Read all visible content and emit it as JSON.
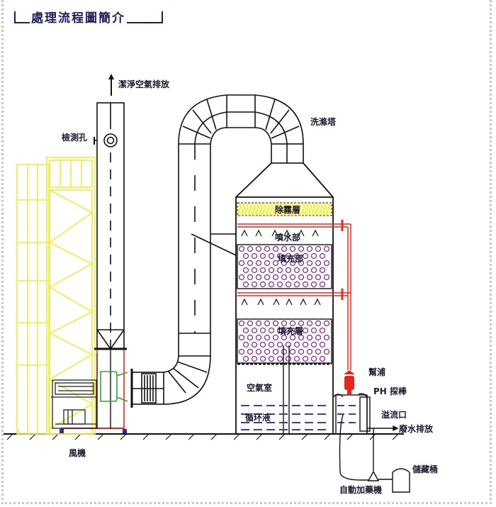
{
  "title": "處理流程圖簡介",
  "labels": {
    "clean_air_exhaust": "潔淨空氣排放",
    "inspection_hole": "檢測孔",
    "scrubber_tower": "洗滌塔",
    "demister": "除霧層",
    "spray_section": "噴水部",
    "packing_section": "填充部",
    "packing_layer": "填充層",
    "air_chamber": "空氣室",
    "circulating_liquid": "循环液",
    "pump": "幫浦",
    "ph_probe": "PH 探棒",
    "overflow": "溢流口",
    "wastewater_discharge": "廢水排放",
    "storage_tank": "儲藏桶",
    "auto_dosing": "自動加藥機",
    "fan": "風機"
  },
  "colors": {
    "title": "#1c1f5c",
    "line": "#111111",
    "pipe": "#e8261c",
    "packing": "#8a2a9a",
    "demister": "#e8e83a",
    "hood": "#eded3c",
    "water": "#3b3fa8",
    "fan_housing": "#2ea83a"
  }
}
